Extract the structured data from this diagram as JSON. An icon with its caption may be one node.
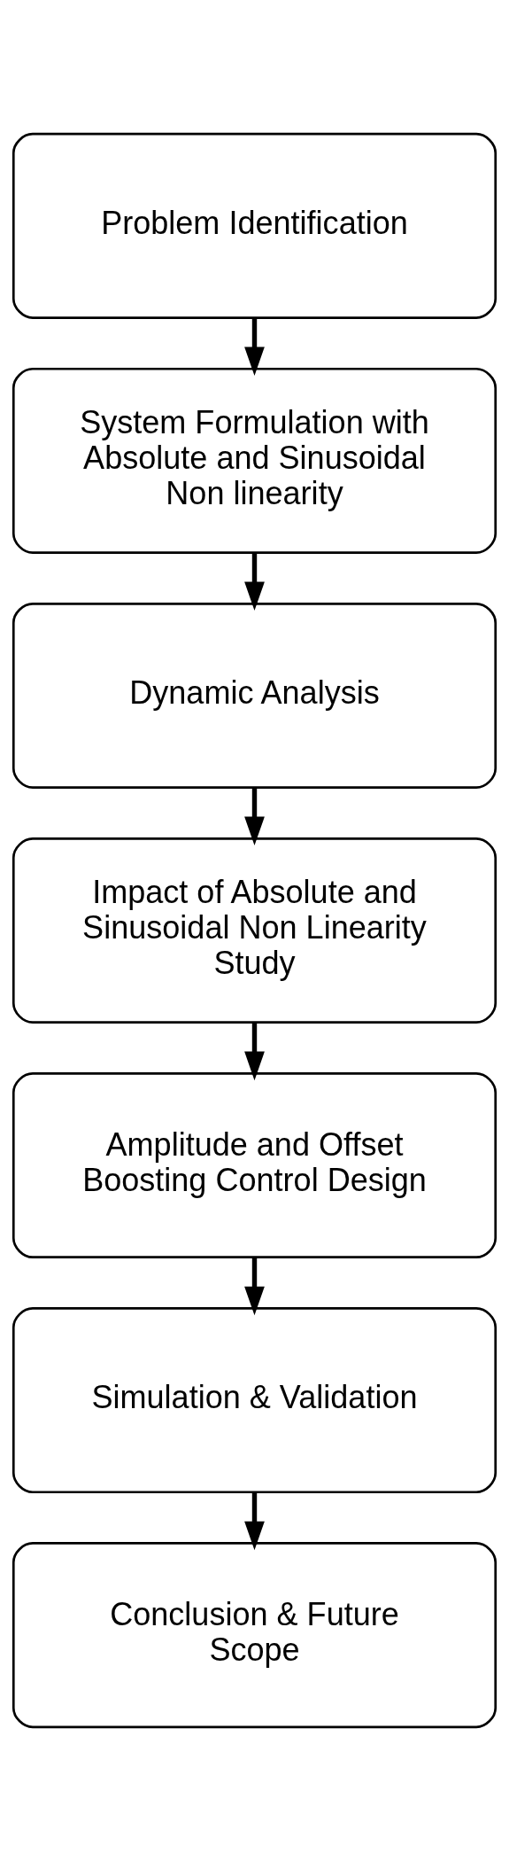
{
  "diagram": {
    "nodes": [
      {
        "text": [
          "Problem Identification"
        ]
      },
      {
        "text": [
          "System Formulation with Absolute and Sinusoidal Non linearity"
        ]
      },
      {
        "text": [
          "Dynamic Analysis"
        ]
      },
      {
        "text": [
          "Impact of Absolute and Sinusoidal Non Linearity Study"
        ]
      },
      {
        "text": [
          "Amplitude and Offset Boosting Control Design"
        ]
      },
      {
        "text": [
          "Simulation & Validation"
        ]
      },
      {
        "text": [
          "Conclusion & Future Scope"
        ]
      }
    ],
    "edges": [
      {
        "from": 0,
        "to": 1,
        "arrow": "to"
      },
      {
        "from": 1,
        "to": 2,
        "arrow": "to"
      },
      {
        "from": 2,
        "to": 3,
        "arrow": "to"
      },
      {
        "from": 3,
        "to": 4,
        "arrow": "to"
      },
      {
        "from": 4,
        "to": 5,
        "arrow": "to"
      },
      {
        "from": 5,
        "to": 6,
        "arrow": "to"
      }
    ]
  }
}
